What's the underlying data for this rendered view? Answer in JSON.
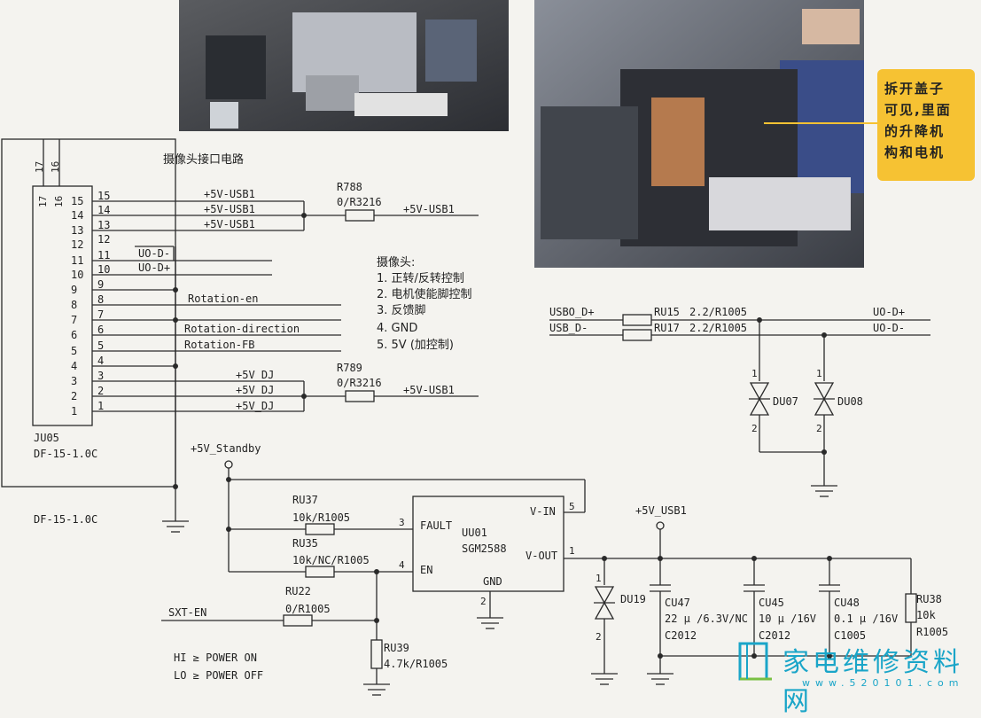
{
  "callout": {
    "lines": [
      "拆开盖子",
      "可见,里面",
      "的升降机",
      "构和电机"
    ]
  },
  "logo": {
    "text": "家电维修资料网",
    "url": "www.520101.com"
  },
  "titles": {
    "camera_interface": "摄像头接口电路"
  },
  "connector": {
    "ref": "JU05",
    "part": "DF-15-1.0C",
    "part_bottom": "DF-15-1.0C",
    "top_pins": [
      "17",
      "16"
    ],
    "pins": [
      "15",
      "14",
      "13",
      "12",
      "11",
      "10",
      "9",
      "8",
      "7",
      "6",
      "5",
      "4",
      "3",
      "2",
      "1"
    ],
    "inner_pins": [
      "17",
      "16",
      "15",
      "14",
      "13",
      "12",
      "11",
      "10",
      "9",
      "8",
      "7",
      "6",
      "5",
      "4",
      "3",
      "2",
      "1"
    ]
  },
  "nets": {
    "usb_5v_1": "+5V-USB1",
    "usb_5v_2": "+5V-USB1",
    "usb_5v_3": "+5V-USB1",
    "uo_dm": "UO-D-",
    "uo_dp": "UO-D+",
    "rot_en": "Rotation-en",
    "rot_dir": "Rotation-direction",
    "rot_fb": "Rotation-FB",
    "dj_1": "+5V_DJ",
    "dj_2": "+5V_DJ",
    "dj_3": "+5V_DJ",
    "r788_out": "+5V-USB1",
    "r789_out": "+5V-USB1",
    "usb0_dp": "USBO_D+",
    "usb_dm": "USB_D-",
    "out_dp": "UO-D+",
    "out_dm": "UO-D-",
    "standby": "+5V_Standby",
    "usb1_top": "+5V_USB1",
    "sxt_en": "SXT-EN"
  },
  "components": {
    "r788": {
      "ref": "R788",
      "val": "0/R3216"
    },
    "r789": {
      "ref": "R789",
      "val": "0/R3216"
    },
    "ru15": {
      "ref": "RU15",
      "val": "2.2/R1005"
    },
    "ru17": {
      "ref": "RU17",
      "val": "2.2/R1005"
    },
    "du07": "DU07",
    "du08": "DU08",
    "du19": "DU19",
    "ru37": {
      "ref": "RU37",
      "val": "10k/R1005"
    },
    "ru35": {
      "ref": "RU35",
      "val": "10k/NC/R1005"
    },
    "ru22": {
      "ref": "RU22",
      "val": "0/R1005"
    },
    "ru39": {
      "ref": "RU39",
      "val": "4.7k/R1005"
    },
    "ru38": {
      "ref": "RU38",
      "val": "10k",
      "pkg": "R1005"
    },
    "cu47": {
      "ref": "CU47",
      "val": "22 μ /6.3V/NC",
      "pkg": "C2012"
    },
    "cu45": {
      "ref": "CU45",
      "val": "10 μ /16V",
      "pkg": "C2012"
    },
    "cu48": {
      "ref": "CU48",
      "val": "0.1 μ /16V",
      "pkg": "C1005"
    },
    "uu01": {
      "ref": "UU01",
      "part": "SGM2588",
      "fault": "FAULT",
      "en": "EN",
      "vin": "V-IN",
      "vout": "V-OUT",
      "gnd": "GND"
    }
  },
  "pin_nums": {
    "fault": "3",
    "en": "4",
    "vin": "5",
    "vout": "1",
    "gnd": "2",
    "d1a": "1",
    "d1b": "2",
    "d2a": "1",
    "d2b": "2",
    "d3a": "1",
    "d3b": "2"
  },
  "notes": {
    "camera_head": "摄像头:",
    "items": [
      "1. 正转/反转控制",
      "2. 电机使能脚控制",
      "3. 反馈脚",
      "4. GND",
      "5. 5V (加控制)"
    ],
    "power_on": "HI ≥ POWER ON",
    "power_off": "LO ≥ POWER OFF"
  }
}
